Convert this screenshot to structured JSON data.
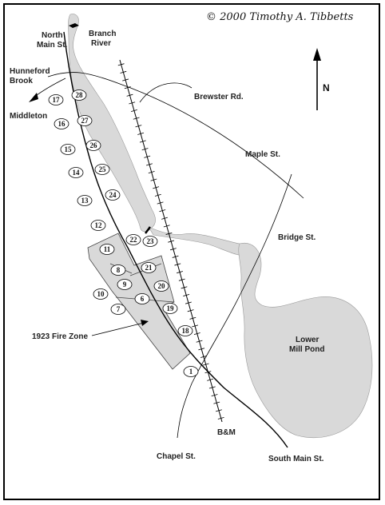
{
  "copyright": "© 2000 Timothy A. Tibbetts",
  "north_label": "N",
  "labels": {
    "north_main": [
      "North",
      "Main St."
    ],
    "branch_river": [
      "Branch",
      "River"
    ],
    "hunneford_brook": [
      "Hunneford",
      "Brook"
    ],
    "middleton": "Middleton",
    "brewster_rd": "Brewster Rd.",
    "maple_st": "Maple St.",
    "bridge_st": "Bridge St.",
    "fire_zone": "1923 Fire Zone",
    "lower_mill_pond": [
      "Lower",
      "Mill Pond"
    ],
    "bm": "B&M",
    "chapel_st": "Chapel St.",
    "south_main": "South Main  St."
  },
  "lot_numbers": [
    "1",
    "6",
    "7",
    "8",
    "9",
    "10",
    "11",
    "12",
    "13",
    "14",
    "15",
    "16",
    "17",
    "18",
    "19",
    "20",
    "21",
    "22",
    "23",
    "24",
    "25",
    "26",
    "27",
    "28"
  ],
  "colors": {
    "water": "#d9d9d9",
    "fire_zone": "#d9d9d9",
    "line": "#000000"
  }
}
